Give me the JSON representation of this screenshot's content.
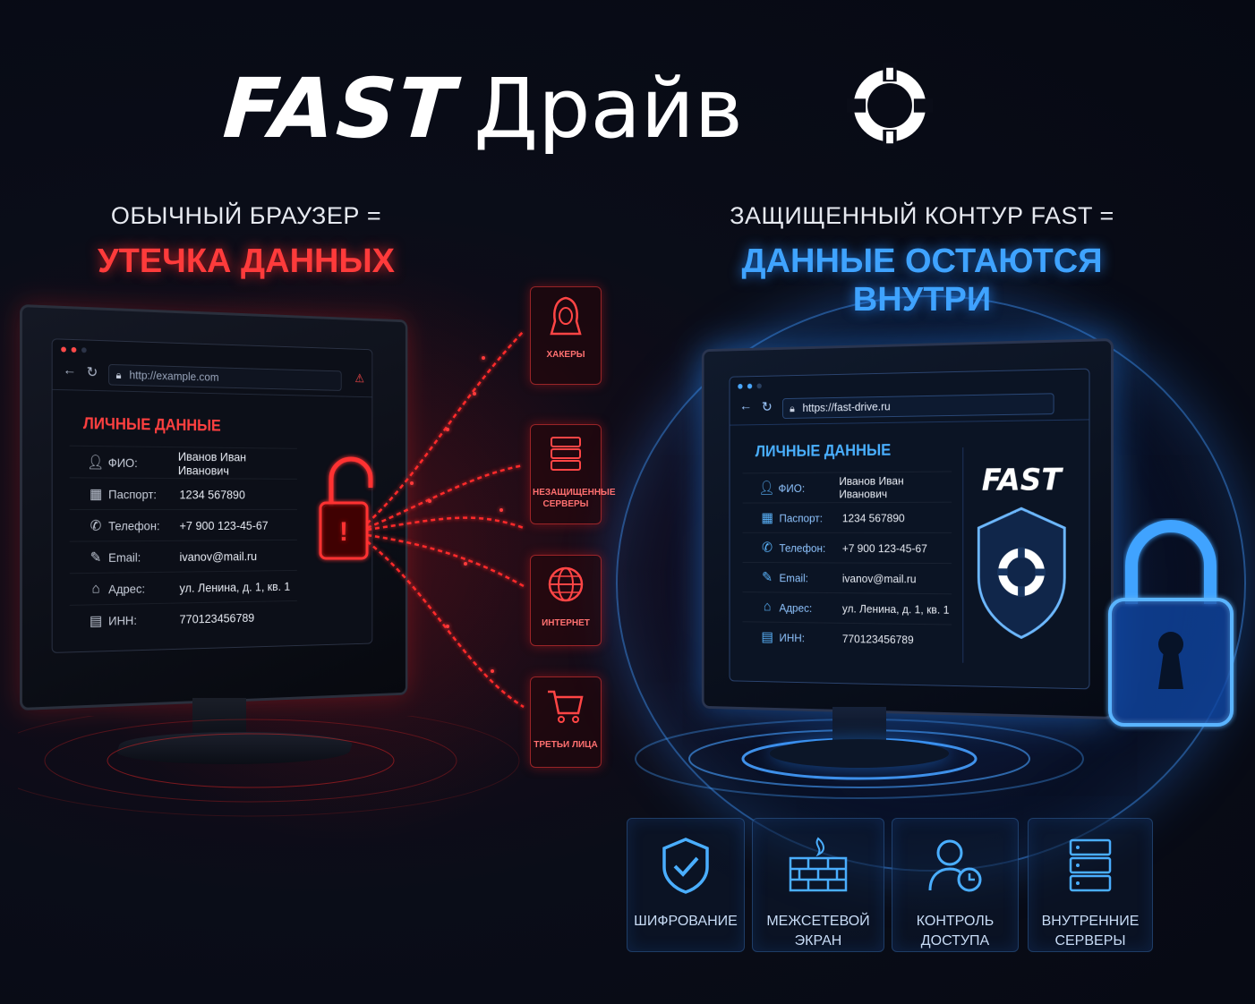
{
  "brand": {
    "fast": "FAST",
    "drive": "Драйв"
  },
  "left": {
    "heading": "ОБЫЧНЫЙ БРАУЗЕР =",
    "subheading": "УТЕЧКА ДАННЫХ",
    "browser_url": "http://example.com",
    "card_title": "ЛИЧНЫЕ ДАННЫЕ",
    "rows": [
      {
        "label": "ФИО:",
        "value": "Иванов Иван Иванович"
      },
      {
        "label": "Паспорт:",
        "value": "1234 567890"
      },
      {
        "label": "Телефон:",
        "value": "+7 900 123-45-67"
      },
      {
        "label": "Email:",
        "value": "ivanov@mail.ru"
      },
      {
        "label": "Адрес:",
        "value": "ул. Ленина, д. 1, кв. 1"
      },
      {
        "label": "ИНН:",
        "value": "770123456789"
      }
    ],
    "threats": [
      {
        "label": "ХАКЕРЫ",
        "icon": "hacker-icon"
      },
      {
        "label": "НЕЗАЩИЩЕННЫЕ СЕРВЕРЫ",
        "icon": "server-icon"
      },
      {
        "label": "ИНТЕРНЕТ",
        "icon": "globe-icon"
      },
      {
        "label": "ТРЕТЬИ ЛИЦА",
        "icon": "cart-icon"
      }
    ],
    "accent_color": "#ff3b3b"
  },
  "right": {
    "heading": "ЗАЩИЩЕННЫЙ КОНТУР FAST =",
    "subheading": "ДАННЫЕ ОСТАЮТСЯ ВНУТРИ",
    "browser_url": "https://fast-drive.ru",
    "card_title": "ЛИЧНЫЕ ДАННЫЕ",
    "panel_logo": "FAST",
    "rows": [
      {
        "label": "ФИО:",
        "value": "Иванов Иван Иванович"
      },
      {
        "label": "Паспорт:",
        "value": "1234 567890"
      },
      {
        "label": "Телефон:",
        "value": "+7 900 123-45-67"
      },
      {
        "label": "Email:",
        "value": "ivanov@mail.ru"
      },
      {
        "label": "Адрес:",
        "value": "ул. Ленина, д. 1, кв. 1"
      },
      {
        "label": "ИНН:",
        "value": "770123456789"
      }
    ],
    "features": [
      {
        "label": "ШИФРОВАНИЕ",
        "icon": "shield-check-icon"
      },
      {
        "label": "МЕЖСЕТЕВОЙ ЭКРАН",
        "icon": "firewall-icon"
      },
      {
        "label": "КОНТРОЛЬ ДОСТУПА",
        "icon": "user-clock-icon"
      },
      {
        "label": "ВНУТРЕННИЕ СЕРВЕРЫ",
        "icon": "server-icon"
      }
    ],
    "accent_color": "#3fa3ff"
  }
}
